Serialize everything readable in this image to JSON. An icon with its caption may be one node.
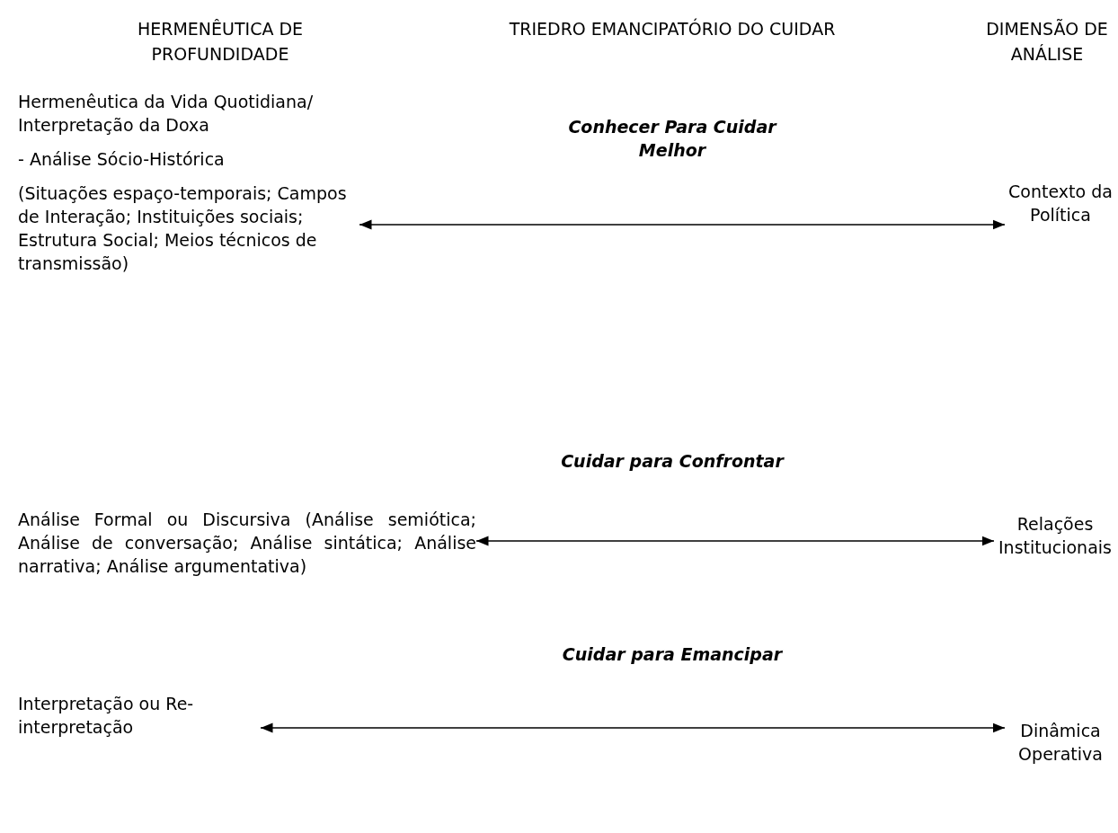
{
  "diagram": {
    "nodes": [
      {
        "text": [
          "Hermenêutica da Vida Quotidiana/ Interpretação da Doxa",
          "- Análise Sócio-Histórica",
          "(Situações espaço-temporais; Campos de Interação; Instituições sociais; Estrutura Social; Meios técnicos de transmissão)"
        ]
      },
      {
        "text": [
          "Contexto da Política"
        ]
      },
      {
        "text": [
          "Análise Formal ou Discursiva (Análise semiótica; Análise de conversação; Análise sintática; Análise narrativa; Análise argumentativa)"
        ]
      },
      {
        "text": [
          "Relações Institucionais"
        ]
      },
      {
        "text": [
          "Interpretação ou Re-interpretação"
        ]
      },
      {
        "text": [
          "Dinâmica Operativa"
        ]
      }
    ],
    "edges": [
      {
        "from": 0,
        "to": 1,
        "arrow": "both",
        "label": "Conhecer Para Cuidar Melhor"
      },
      {
        "from": 2,
        "to": 3,
        "arrow": "both",
        "label": "Cuidar para Confrontar"
      },
      {
        "from": 4,
        "to": 5,
        "arrow": "both",
        "label": "Cuidar para Emancipar"
      }
    ],
    "labels": [
      "HERMENÊUTICA DE PROFUNDIDADE",
      "TRIEDRO EMANCIPATÓRIO DO CUIDAR",
      "DIMENSÃO DE ANÁLISE"
    ]
  }
}
